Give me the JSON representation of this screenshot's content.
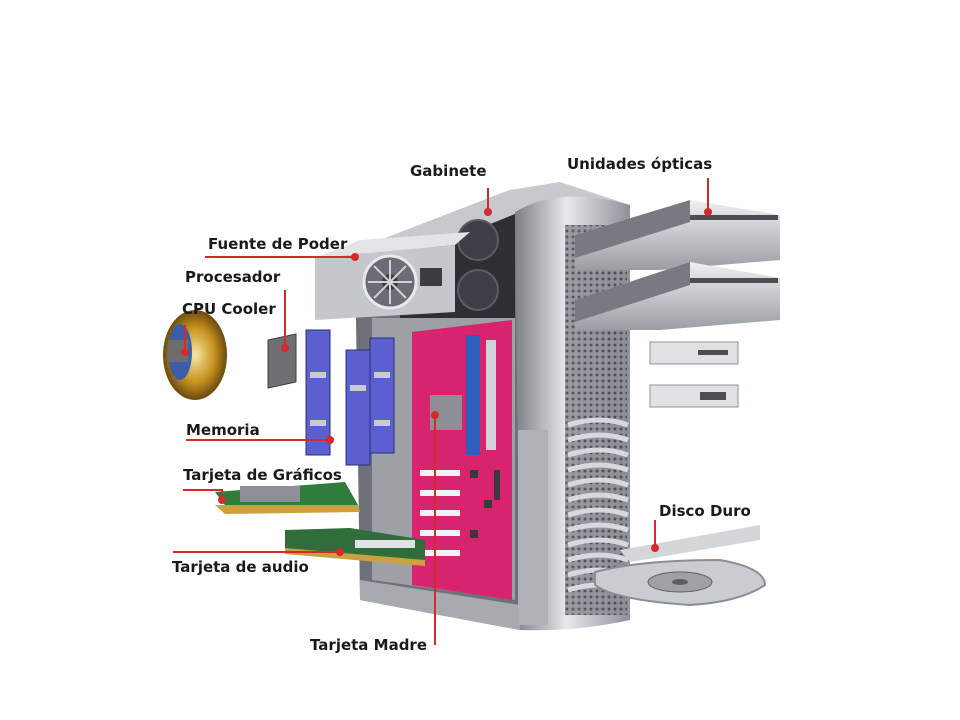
{
  "labels": {
    "gabinete": "Gabinete",
    "unidades_opticas": "Unidades ópticas",
    "fuente_de_poder": "Fuente de Poder",
    "procesador": "Procesador",
    "cpu_cooler": "CPU Cooler",
    "memoria": "Memoria",
    "tarjeta_graficos": "Tarjeta de Gráficos",
    "tarjeta_audio": "Tarjeta de audio",
    "disco_duro": "Disco Duro",
    "tarjeta_madre": "Tarjeta Madre"
  },
  "colors": {
    "leader_line": "#d42a2a",
    "motherboard": "#d8246e",
    "chassis": "#b9bcc1",
    "ram": "#5b5fd0",
    "gpu_board": "#2f7d3a"
  }
}
